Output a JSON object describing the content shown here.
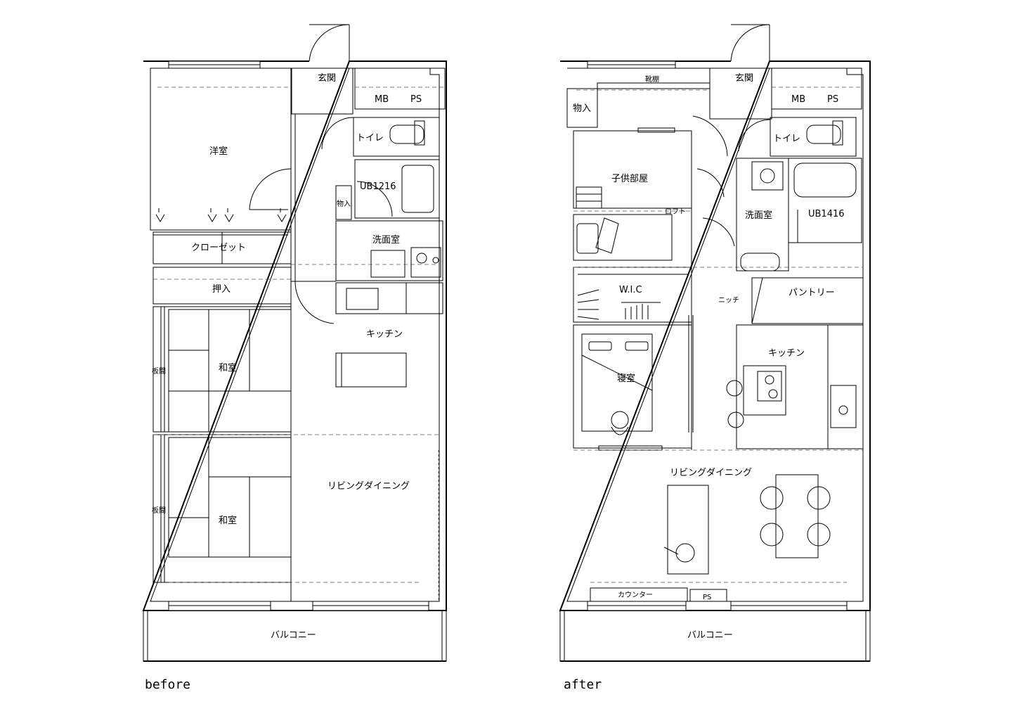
{
  "before": {
    "caption": "before",
    "rooms": {
      "genkan": "玄関",
      "mb": "MB",
      "ps": "PS",
      "toilet": "トイレ",
      "yoshitsu": "洋室",
      "ub": "UB1216",
      "monoire": "物入",
      "senmen": "洗面室",
      "closet": "クローゼット",
      "oshiire": "押入",
      "kitchen": "キッチン",
      "washitsu1": "和室",
      "washitsu2": "和室",
      "itama1": "板間",
      "itama2": "板間",
      "living": "リビングダイニング",
      "balcony": "バルコニー"
    }
  },
  "after": {
    "caption": "after",
    "rooms": {
      "kutsubako": "靴棚",
      "genkan": "玄関",
      "mb": "MB",
      "ps": "PS",
      "monoire": "物入",
      "toilet": "トイレ",
      "kodomo": "子供部屋",
      "loft": "ロフト",
      "senmen": "洗面室",
      "ub": "UB1416",
      "wic": "W.I.C",
      "niche": "ニッチ",
      "pantry": "パントリー",
      "kitchen": "キッチン",
      "shinshitsu": "寝室",
      "living": "リビングダイニング",
      "counter": "カウンター",
      "ps2": "PS",
      "balcony": "バルコニー"
    }
  }
}
